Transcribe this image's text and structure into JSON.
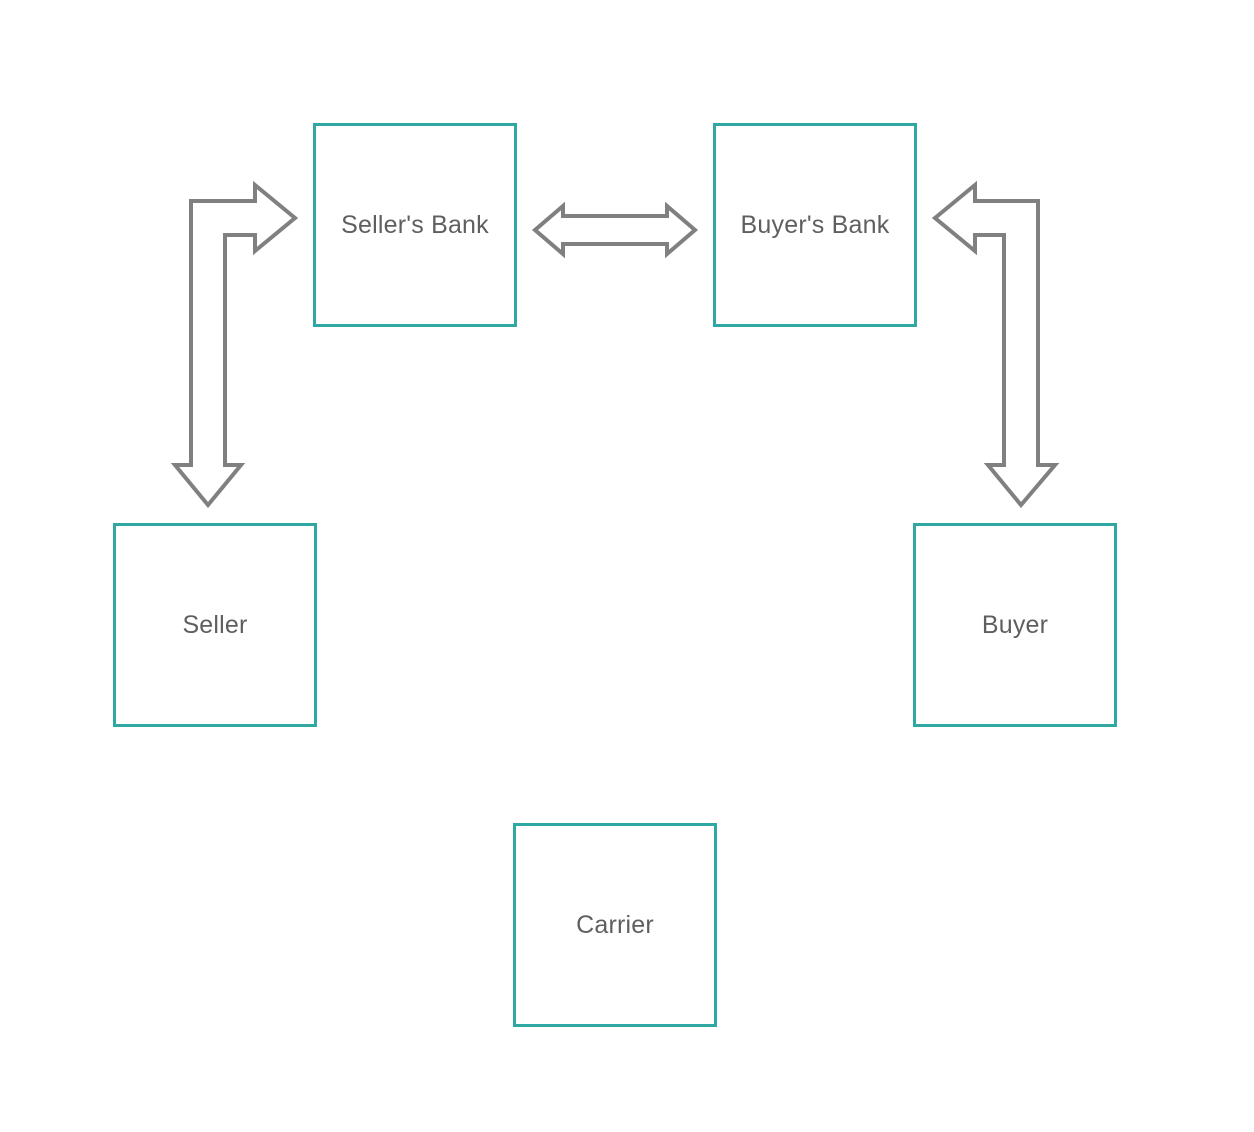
{
  "diagram": {
    "colors": {
      "box_border": "#2fa7a2",
      "label_text": "#5f5f5f",
      "arrow_stroke": "#808080",
      "background": "#ffffff"
    },
    "nodes": {
      "sellers_bank": "Seller's Bank",
      "buyers_bank": "Buyer's Bank",
      "seller": "Seller",
      "buyer": "Buyer",
      "carrier": "Carrier"
    },
    "connections": [
      {
        "from": "Seller",
        "to": "Seller's Bank",
        "direction": "both"
      },
      {
        "from": "Seller's Bank",
        "to": "Buyer's Bank",
        "direction": "both"
      },
      {
        "from": "Buyer's Bank",
        "to": "Buyer",
        "direction": "both"
      }
    ]
  }
}
